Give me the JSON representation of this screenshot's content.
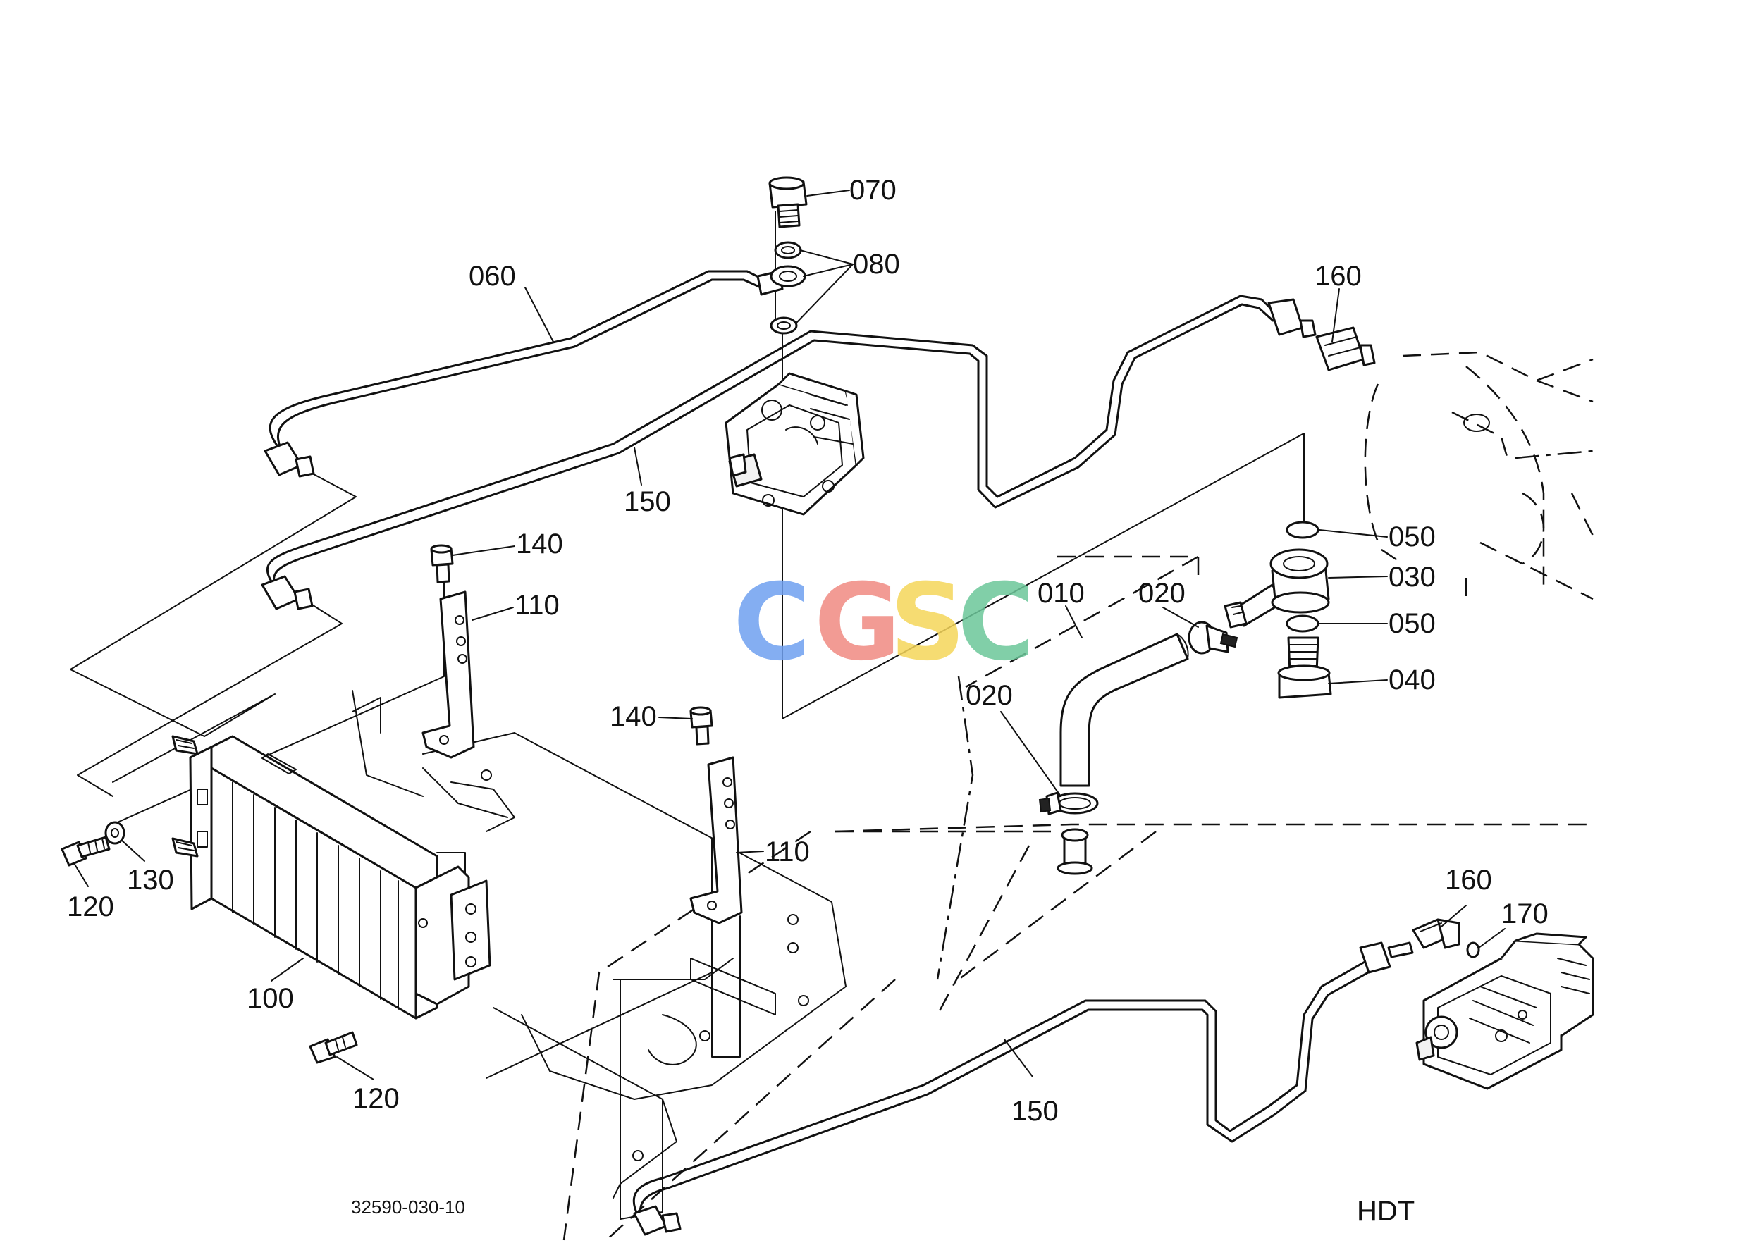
{
  "callouts": [
    {
      "id": "c070",
      "label": "070"
    },
    {
      "id": "c080",
      "label": "080"
    },
    {
      "id": "c060",
      "label": "060"
    },
    {
      "id": "c160a",
      "label": "160"
    },
    {
      "id": "c150a",
      "label": "150"
    },
    {
      "id": "c140a",
      "label": "140"
    },
    {
      "id": "c110a",
      "label": "110"
    },
    {
      "id": "c050a",
      "label": "050"
    },
    {
      "id": "c030",
      "label": "030"
    },
    {
      "id": "c010",
      "label": "010"
    },
    {
      "id": "c020a",
      "label": "020"
    },
    {
      "id": "c050b",
      "label": "050"
    },
    {
      "id": "c040",
      "label": "040"
    },
    {
      "id": "c020b",
      "label": "020"
    },
    {
      "id": "c140b",
      "label": "140"
    },
    {
      "id": "c110b",
      "label": "110"
    },
    {
      "id": "c130",
      "label": "130"
    },
    {
      "id": "c120a",
      "label": "120"
    },
    {
      "id": "c100",
      "label": "100"
    },
    {
      "id": "c120b",
      "label": "120"
    },
    {
      "id": "c160b",
      "label": "160"
    },
    {
      "id": "c170",
      "label": "170"
    },
    {
      "id": "c150b",
      "label": "150"
    }
  ],
  "drawing_number": "32590-030-10",
  "variant_label": "HDT",
  "watermark": {
    "letters": [
      "C",
      "G",
      "S",
      "C"
    ],
    "colors": [
      "#6fa0f0",
      "#f08a82",
      "#f5d65a",
      "#6cc79a"
    ]
  }
}
